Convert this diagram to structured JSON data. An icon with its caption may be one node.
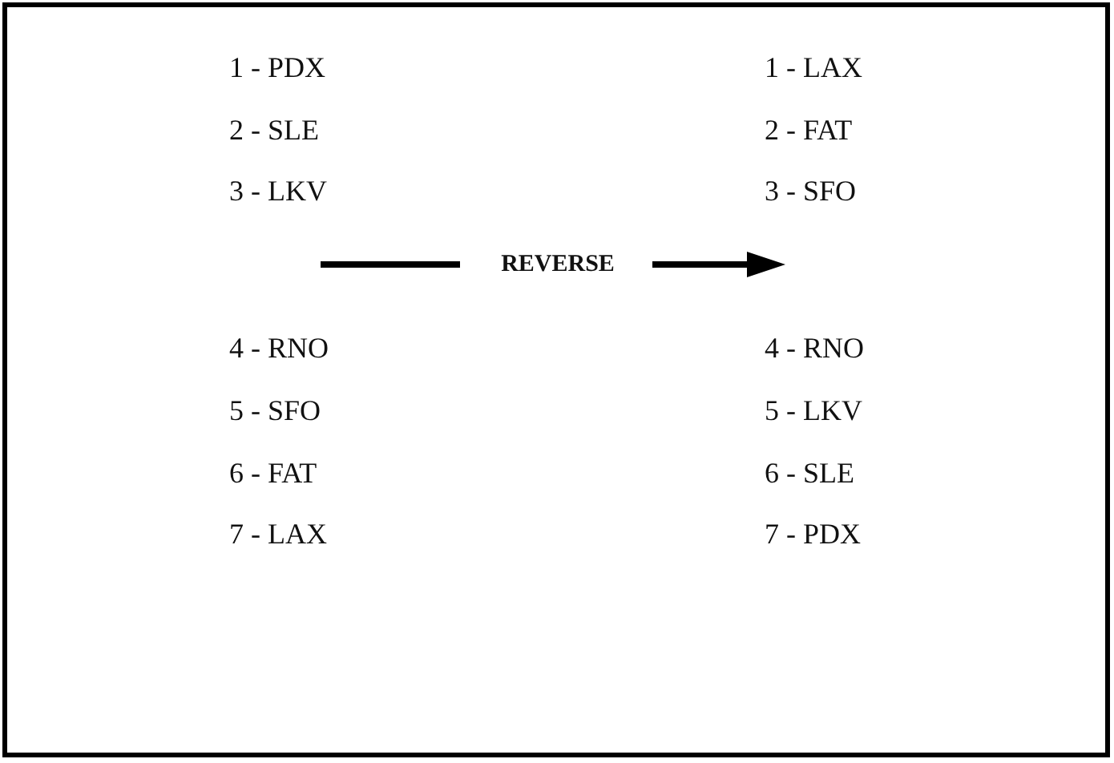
{
  "diagram": {
    "labels": [
      "1 - PDX",
      "1 - LAX",
      "2 - SLE",
      "2 - FAT",
      "3 - LKV",
      "3 - SFO",
      "REVERSE",
      "4 - RNO",
      "4 - RNO",
      "5 - SFO",
      "5 - LKV",
      "6 - FAT",
      "6 - SLE",
      "7 - LAX",
      "7 - PDX"
    ]
  }
}
